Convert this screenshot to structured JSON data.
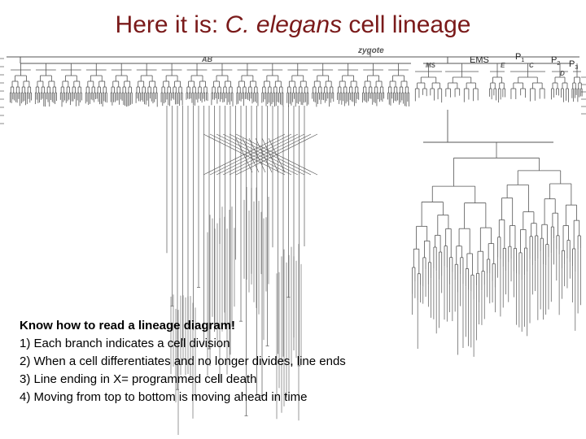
{
  "title": {
    "prefix": "Here it is: ",
    "species": "C. elegans",
    "suffix": " cell lineage"
  },
  "lineage_labels": {
    "zygote": "zygote",
    "AB": "AB",
    "MS": "MS",
    "E": "E",
    "C": "C",
    "D": "D",
    "EMS": "EMS",
    "P1": "P",
    "P1_sub": "1",
    "P2": "P",
    "P2_sub": "2",
    "P3": "P",
    "P3_sub": "3"
  },
  "notes": {
    "heading": "Know how to read a lineage diagram!",
    "items": [
      "1) Each branch indicates a cell division",
      "2) When a cell differentiates and no longer divides, line ends",
      "3) Line ending in X= programmed cell death",
      "4) Moving from top to bottom is moving ahead in time"
    ]
  },
  "colors": {
    "title": "#7a1a1a",
    "lines": "#555555"
  }
}
